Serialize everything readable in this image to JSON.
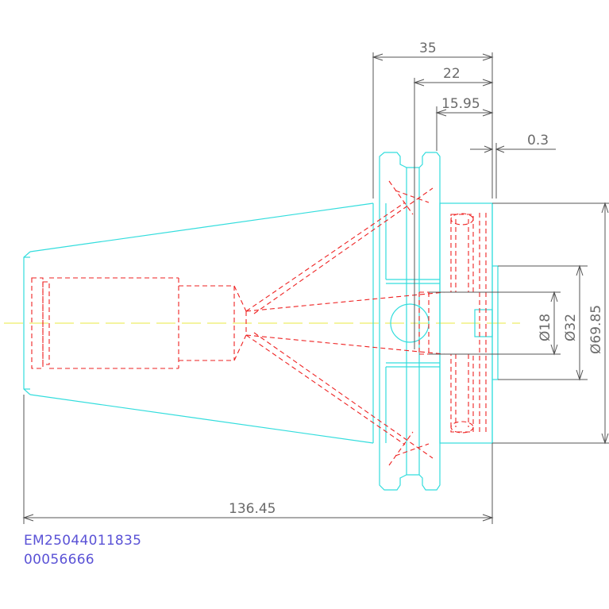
{
  "dimensions": {
    "total_length": "136.45",
    "flange_width": "35",
    "groove_depth": "22",
    "face_depth": "15.95",
    "face_offset": "0.3",
    "bore_diameter": "Ø18",
    "pilot_diameter": "Ø32",
    "flange_diameter": "Ø69.85"
  },
  "part_codes": {
    "article_number": "EM25044011835",
    "serial_number": "00056666"
  },
  "colors": {
    "outline": "#33dddd",
    "hidden": "#ee2222",
    "dimension": "#555555",
    "centerline": "#e8e840",
    "code_text": "#5a52d6"
  }
}
